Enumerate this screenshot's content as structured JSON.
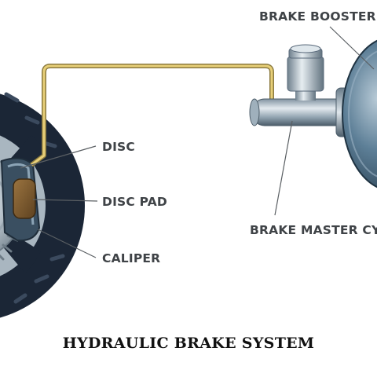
{
  "labels": {
    "brake_booster": "BRAKE BOOSTER",
    "disc": "DISC",
    "disc_pad": "DISC PAD",
    "brake_master_cylinder": "BRAKE MASTER CY",
    "caliper": "CALIPER"
  },
  "caption": "HYDRAULIC BRAKE SYSTEM",
  "colors": {
    "brake_line": "#e7cf78",
    "booster": "#4f6f86",
    "cylinder": "#8a9dab",
    "disc_pad": "#7a5a2c",
    "tire": "#1b2636",
    "label_text": "#3f4347"
  }
}
